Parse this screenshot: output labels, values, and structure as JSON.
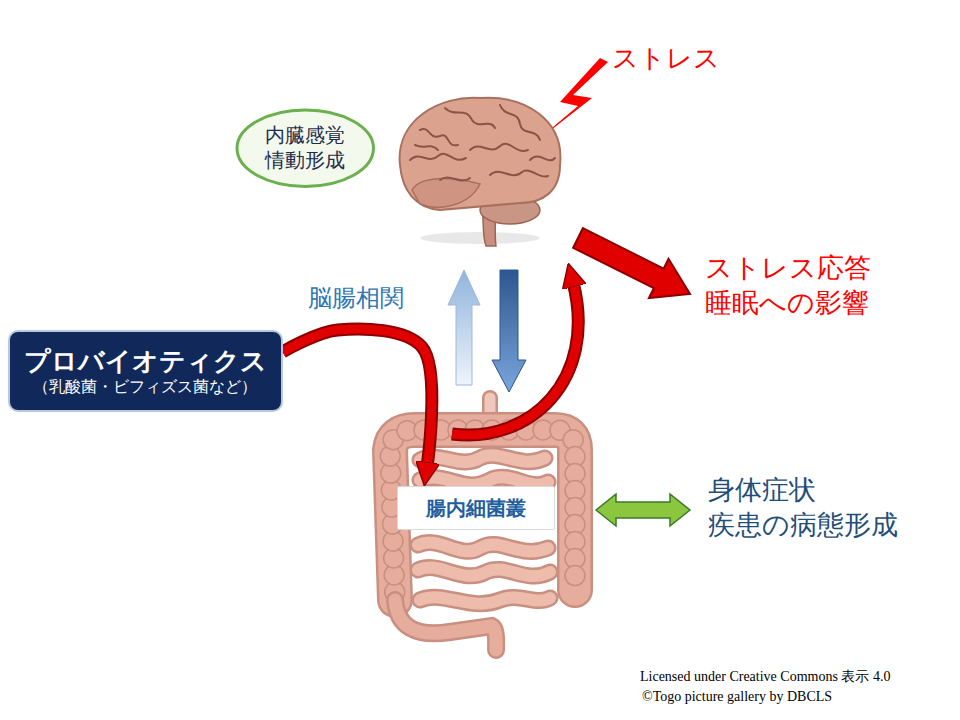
{
  "diagram": {
    "nodes": [
      {
        "text": [
          "内臓感覚 情動形成"
        ]
      },
      {
        "text": [
          "プロバイオティクス",
          "（乳酸菌・ビフィズス菌など）"
        ]
      },
      {
        "text": [
          "腸内細菌叢"
        ]
      }
    ],
    "edges": [
      {
        "from": 1,
        "to": 2,
        "arrow": "to"
      }
    ],
    "labels": [
      "ストレス",
      "脳腸相関",
      "ストレス応答 睡眠への影響",
      "身体症状 疾患の病態形成",
      "Licensed under Creative Commons 表示 4.0",
      "©Togo picture gallery by DBCLS"
    ]
  }
}
